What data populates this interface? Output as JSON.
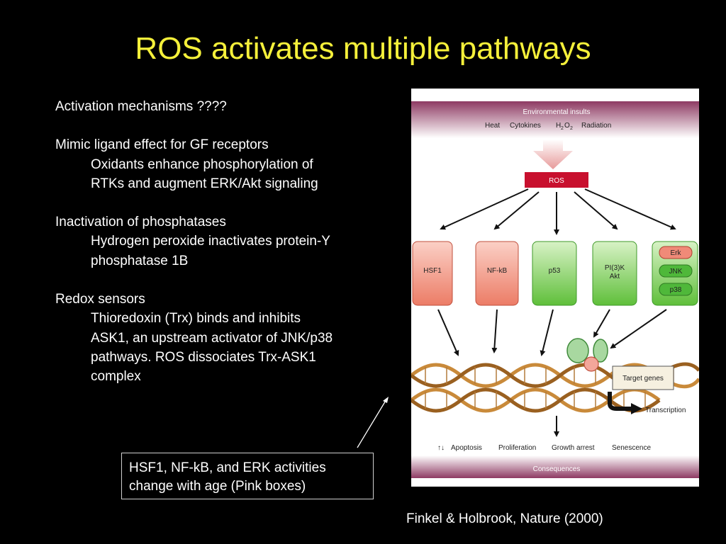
{
  "slide": {
    "title": "ROS activates multiple pathways",
    "lines": [
      "Activation mechanisms ????",
      "Mimic ligand effect for GF receptors",
      "Oxidants enhance phosphorylation of",
      "RTKs and augment ERK/Akt signaling",
      "Inactivation of phosphatases",
      "Hydrogen peroxide inactivates protein-Y",
      "phosphatase 1B",
      "Redox sensors",
      "Thioredoxin (Trx) binds and inhibits",
      "ASK1, an upstream activator of JNK/p38",
      "pathways. ROS dissociates Trx-ASK1",
      "complex"
    ],
    "callout": [
      "HSF1, NF-kB, and ERK activities",
      "change with age (Pink boxes)"
    ],
    "citation": "Finkel & Holbrook, Nature (2000)"
  },
  "figure": {
    "header": "Environmental insults",
    "insults": [
      "Heat",
      "Cytokines",
      "H",
      "2",
      "O",
      "2",
      "Radiation"
    ],
    "ros": "ROS",
    "nodes": [
      "HSF1",
      "NF-kB",
      "p53",
      "PI(3)K",
      "Akt",
      "Erk",
      "JNK",
      "p38"
    ],
    "target_genes": "Target genes",
    "transcription": "Transcription",
    "outcomes_arrows": "↑↓",
    "outcomes": [
      "Apoptosis",
      "Proliferation",
      "Growth arrest",
      "Senescence"
    ],
    "footer": "Consequences",
    "colors": {
      "pink_box": "#f08a78",
      "green_box": "#7fcf5a",
      "ros_red": "#c8102e",
      "header_band": "#8e3a63",
      "title_yellow": "#f5f03a"
    }
  }
}
